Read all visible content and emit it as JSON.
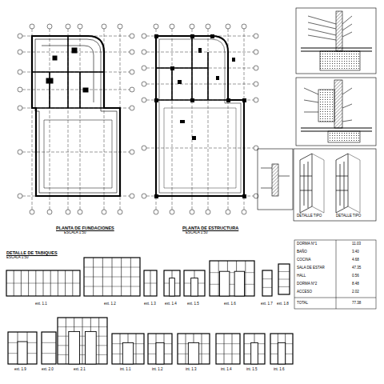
{
  "diagram": {
    "labels": [
      "PLANTA DE FUNDACIONES",
      "ESCALA 1:50",
      "PLANTA DE ESTRUCTURA",
      "ESCALA 1:50",
      "DETALLE DE TABIQUES",
      "ESCALA 1:50",
      "ext. 1.1",
      "ext. 1.2",
      "ext. 1.3",
      "ext. 1.4",
      "ext. 1.5",
      "ext. 1.6",
      "ext. 1.7",
      "ext. 1.8",
      "ext. 1.9",
      "ext. 2.0",
      "ext. 2.1",
      "int. 1.1",
      "int. 1.2",
      "int. 1.3",
      "int. 1.4",
      "int. 1.5",
      "int. 1.6",
      "DORMA N°1",
      "11.03",
      "BAÑO",
      "3.40",
      "COCINA",
      "4.68",
      "SALA DE ESTAR",
      "47.35",
      "HALL",
      "0.56",
      "DORMA N°2",
      "8.48",
      "ACCESO",
      "2.02",
      "TOTAL",
      "77.38",
      "DETALLE TIPO",
      "DETALLE TIPO"
    ]
  }
}
